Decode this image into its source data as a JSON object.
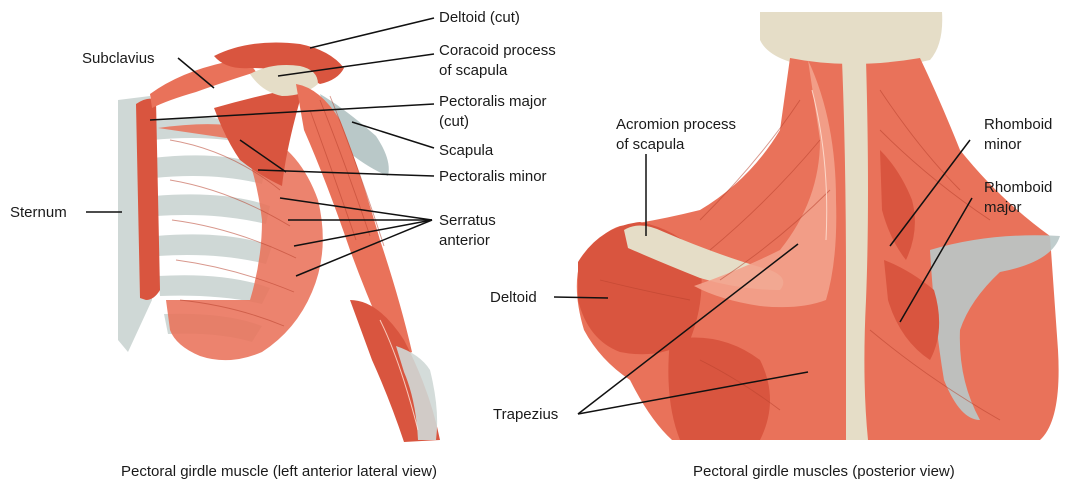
{
  "left_panel": {
    "caption": "Pectoral girdle muscle (left anterior lateral view)",
    "labels": {
      "subclavius": "Subclavius",
      "deltoid_cut": "Deltoid (cut)",
      "coracoid_line1": "Coracoid process",
      "coracoid_line2": "of scapula",
      "pec_major_line1": "Pectoralis major",
      "pec_major_line2": "(cut)",
      "scapula": "Scapula",
      "pec_minor": "Pectoralis minor",
      "serratus_line1": "Serratus",
      "serratus_line2": "anterior",
      "sternum": "Sternum"
    }
  },
  "right_panel": {
    "caption": "Pectoral girdle muscles (posterior view)",
    "labels": {
      "acromion_line1": "Acromion process",
      "acromion_line2": "of scapula",
      "rhomboid_minor_line1": "Rhomboid",
      "rhomboid_minor_line2": "minor",
      "rhomboid_major_line1": "Rhomboid",
      "rhomboid_major_line2": "major",
      "deltoid": "Deltoid",
      "trapezius": "Trapezius"
    }
  },
  "colors": {
    "muscle": "#e9725a",
    "muscle_dark": "#d9553f",
    "tendon": "#f3a28c",
    "bone": "#e5ddc7",
    "cartilage": "#cfd8d6"
  }
}
